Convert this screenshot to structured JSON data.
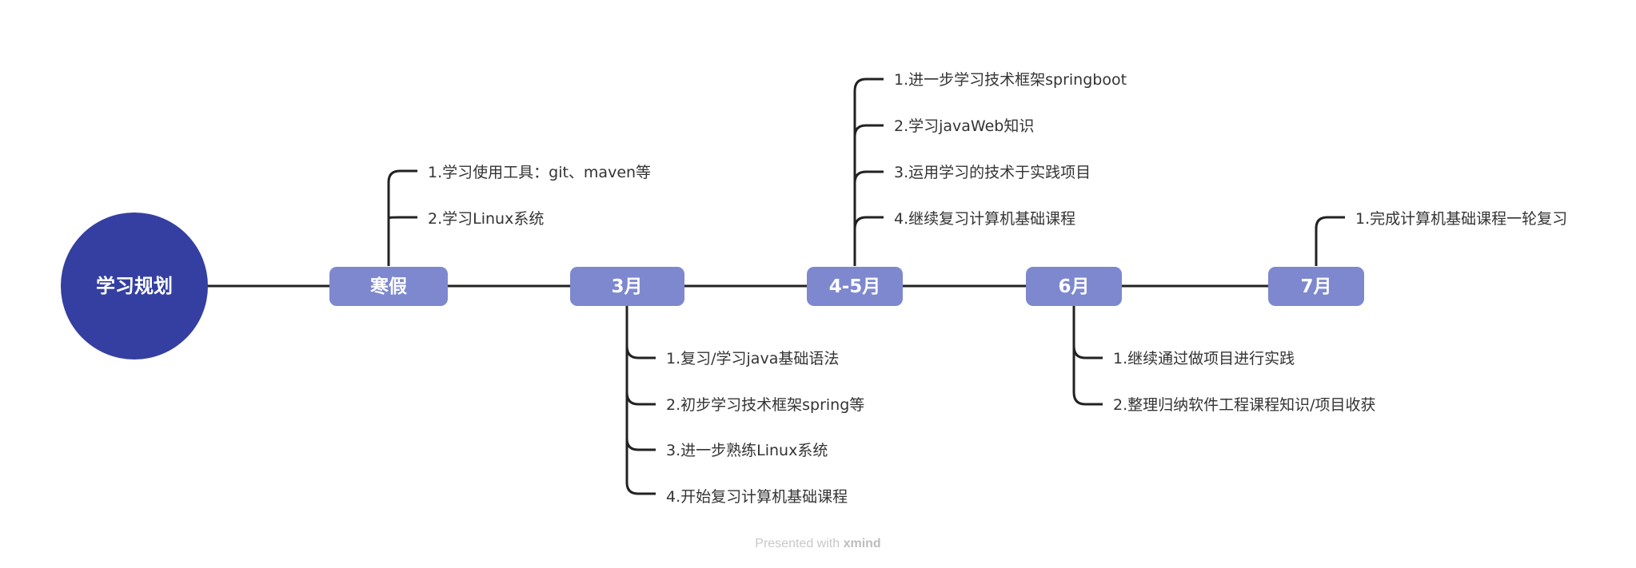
{
  "colors": {
    "root_fill": "#343FA1",
    "branch_fill": "#7D88CF",
    "line": "#222222",
    "leaf_text": "#333333"
  },
  "root": {
    "label": "学习规划"
  },
  "branches": [
    {
      "id": "winter",
      "label": "寒假",
      "side": "top",
      "items": [
        "1.学习使用工具：git、maven等",
        "2.学习Linux系统"
      ]
    },
    {
      "id": "march",
      "label": "3月",
      "side": "bottom",
      "items": [
        "1.复习/学习java基础语法",
        "2.初步学习技术框架spring等",
        "3.进一步熟练Linux系统",
        "4.开始复习计算机基础课程"
      ]
    },
    {
      "id": "apr-may",
      "label": "4-5月",
      "side": "top",
      "items": [
        "1.进一步学习技术框架springboot",
        "2.学习javaWeb知识",
        "3.运用学习的技术于实践项目",
        "4.继续复习计算机基础课程"
      ]
    },
    {
      "id": "june",
      "label": "6月",
      "side": "bottom",
      "items": [
        "1.继续通过做项目进行实践",
        "2.整理归纳软件工程课程知识/项目收获"
      ]
    },
    {
      "id": "july",
      "label": "7月",
      "side": "top",
      "items": [
        "1.完成计算机基础课程一轮复习"
      ]
    }
  ],
  "footer": {
    "prefix": "Presented with",
    "brand": "xmind"
  }
}
